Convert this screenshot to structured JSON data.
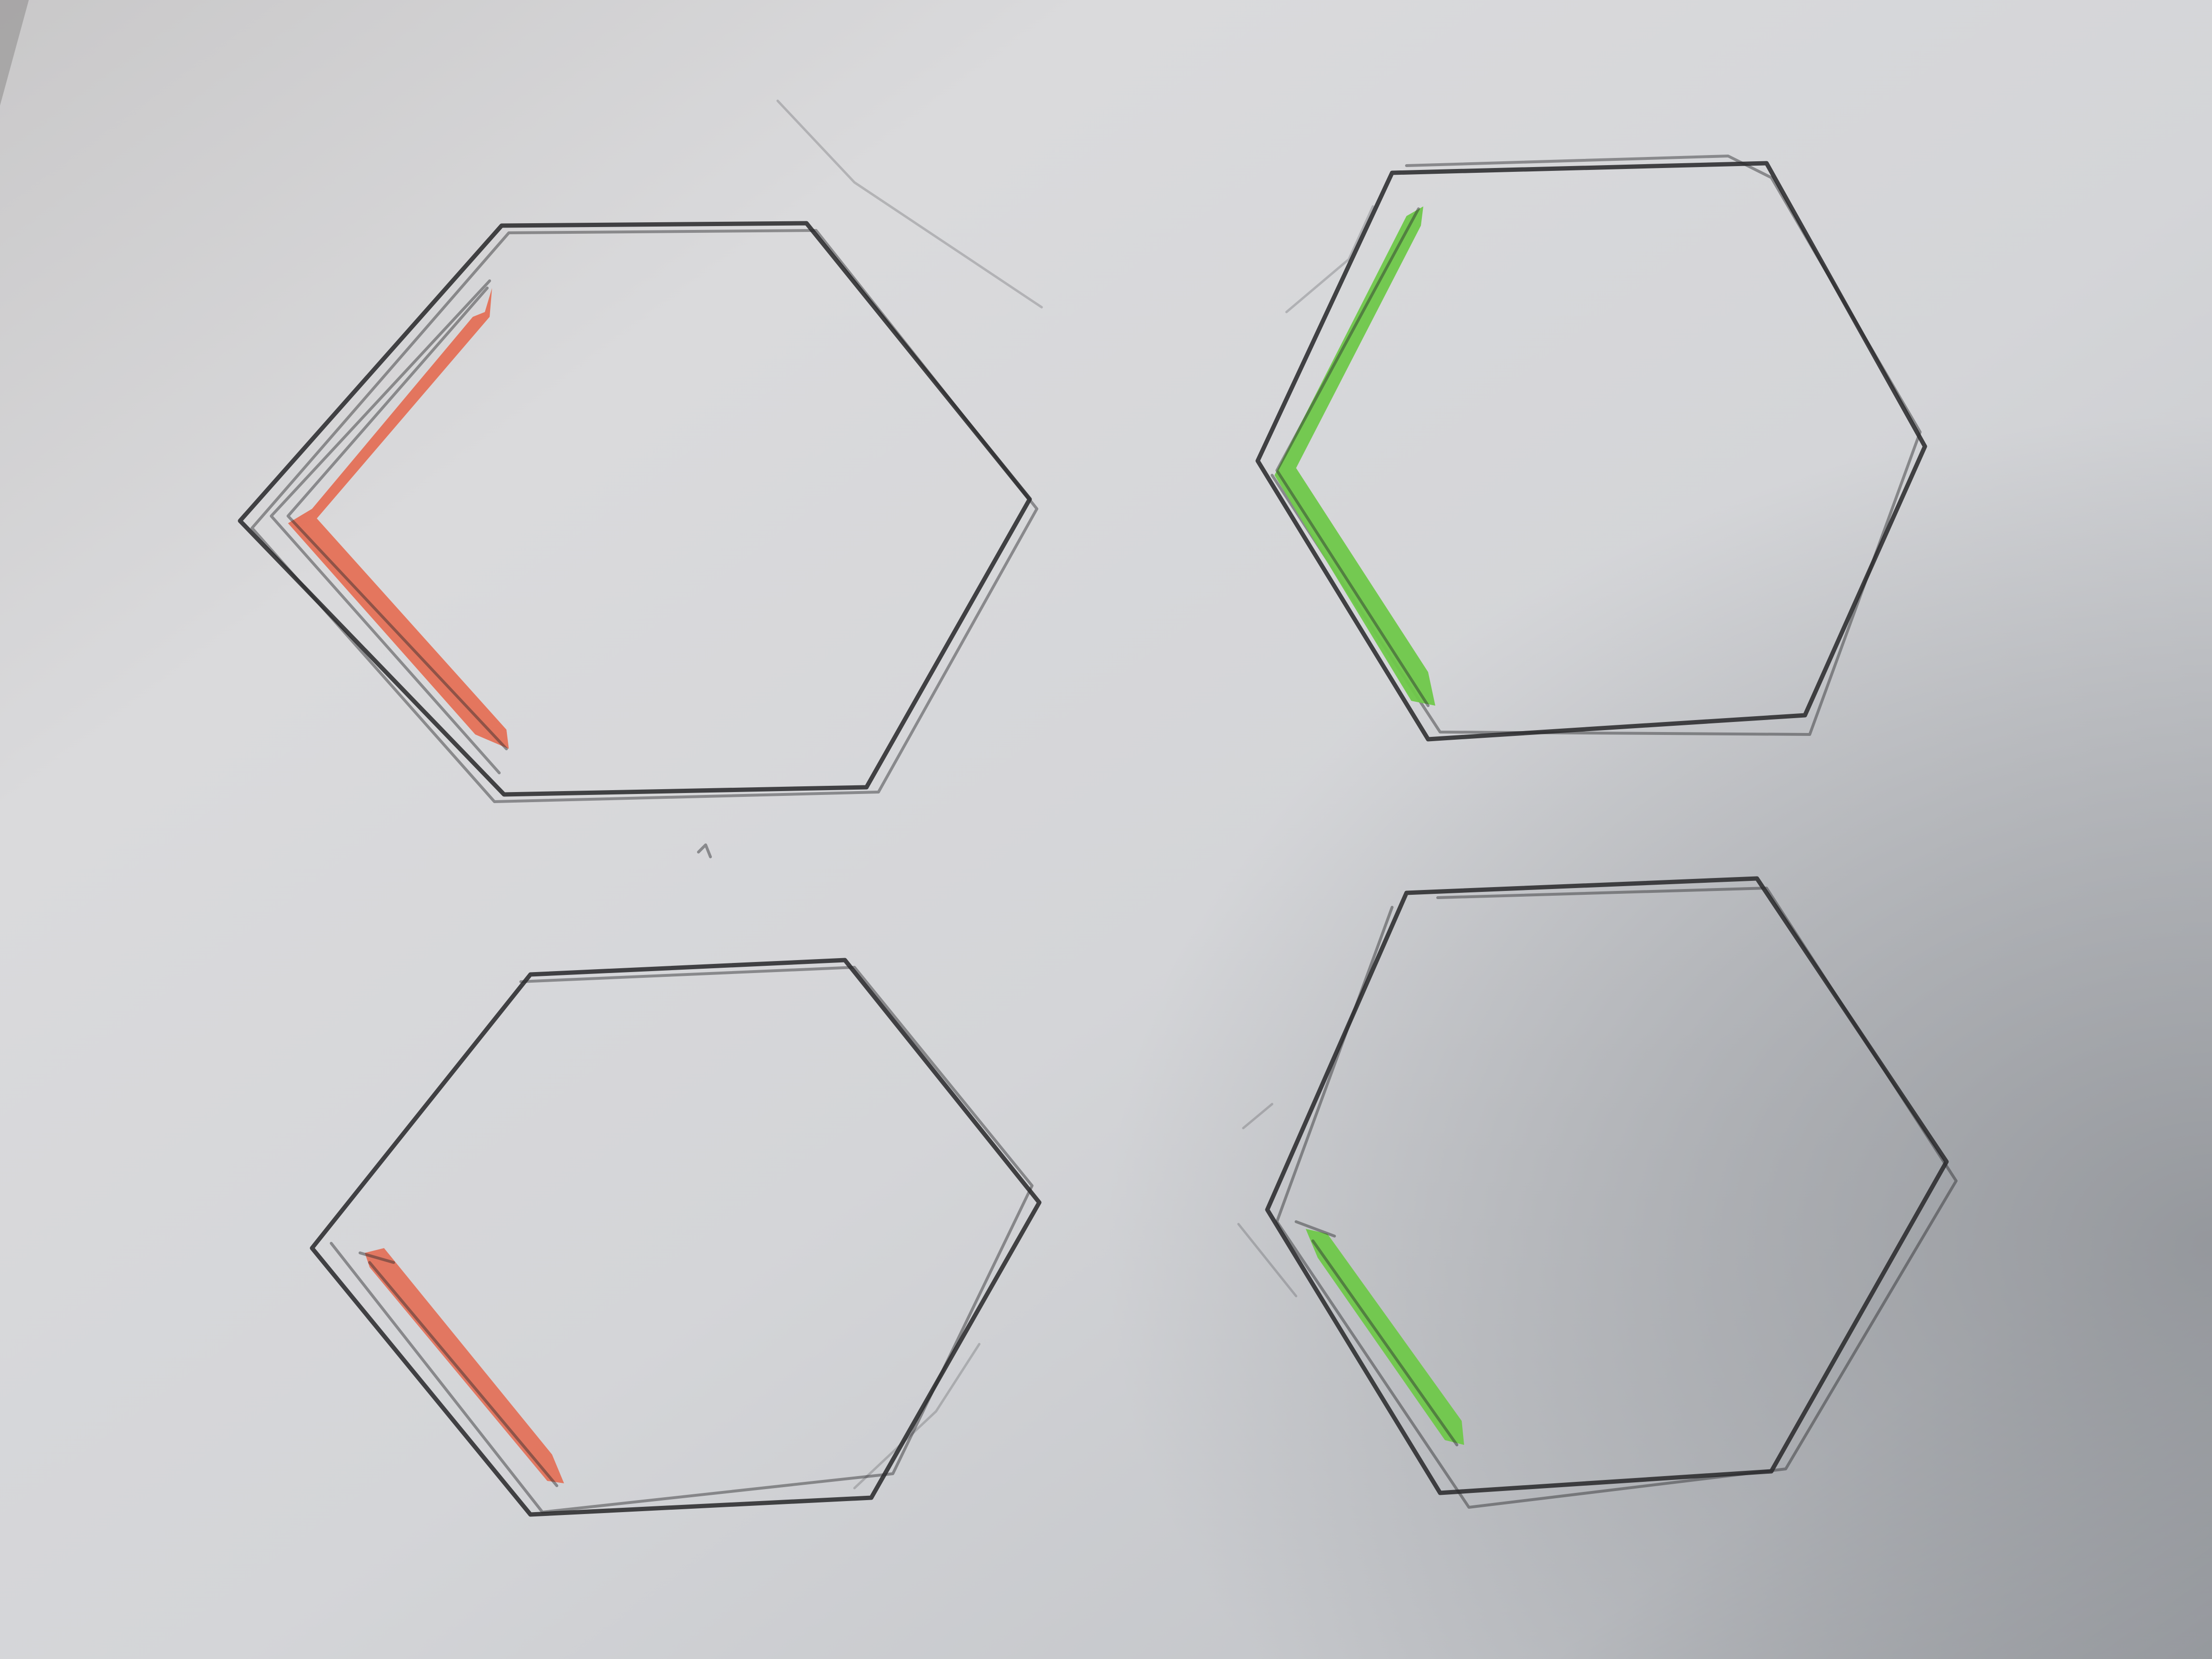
{
  "colors": {
    "paper_light": "#dcdcde",
    "paper_dark": "#9a9da2",
    "pencil": "#2b2b2d",
    "red_pencil": "#e46a50",
    "green_pencil": "#6fc84a"
  },
  "sketch": {
    "hexagons": [
      {
        "name": "hexagon-top-left",
        "highlight_color": "red",
        "highlighted_edges": [
          "upper-left",
          "lower-left"
        ]
      },
      {
        "name": "hexagon-top-right",
        "highlight_color": "green",
        "highlighted_edges": [
          "upper-left",
          "lower-left"
        ]
      },
      {
        "name": "hexagon-bottom-left",
        "highlight_color": "red",
        "highlighted_edges": [
          "lower-left"
        ]
      },
      {
        "name": "hexagon-bottom-right",
        "highlight_color": "green",
        "highlighted_edges": [
          "lower-left"
        ]
      }
    ]
  }
}
